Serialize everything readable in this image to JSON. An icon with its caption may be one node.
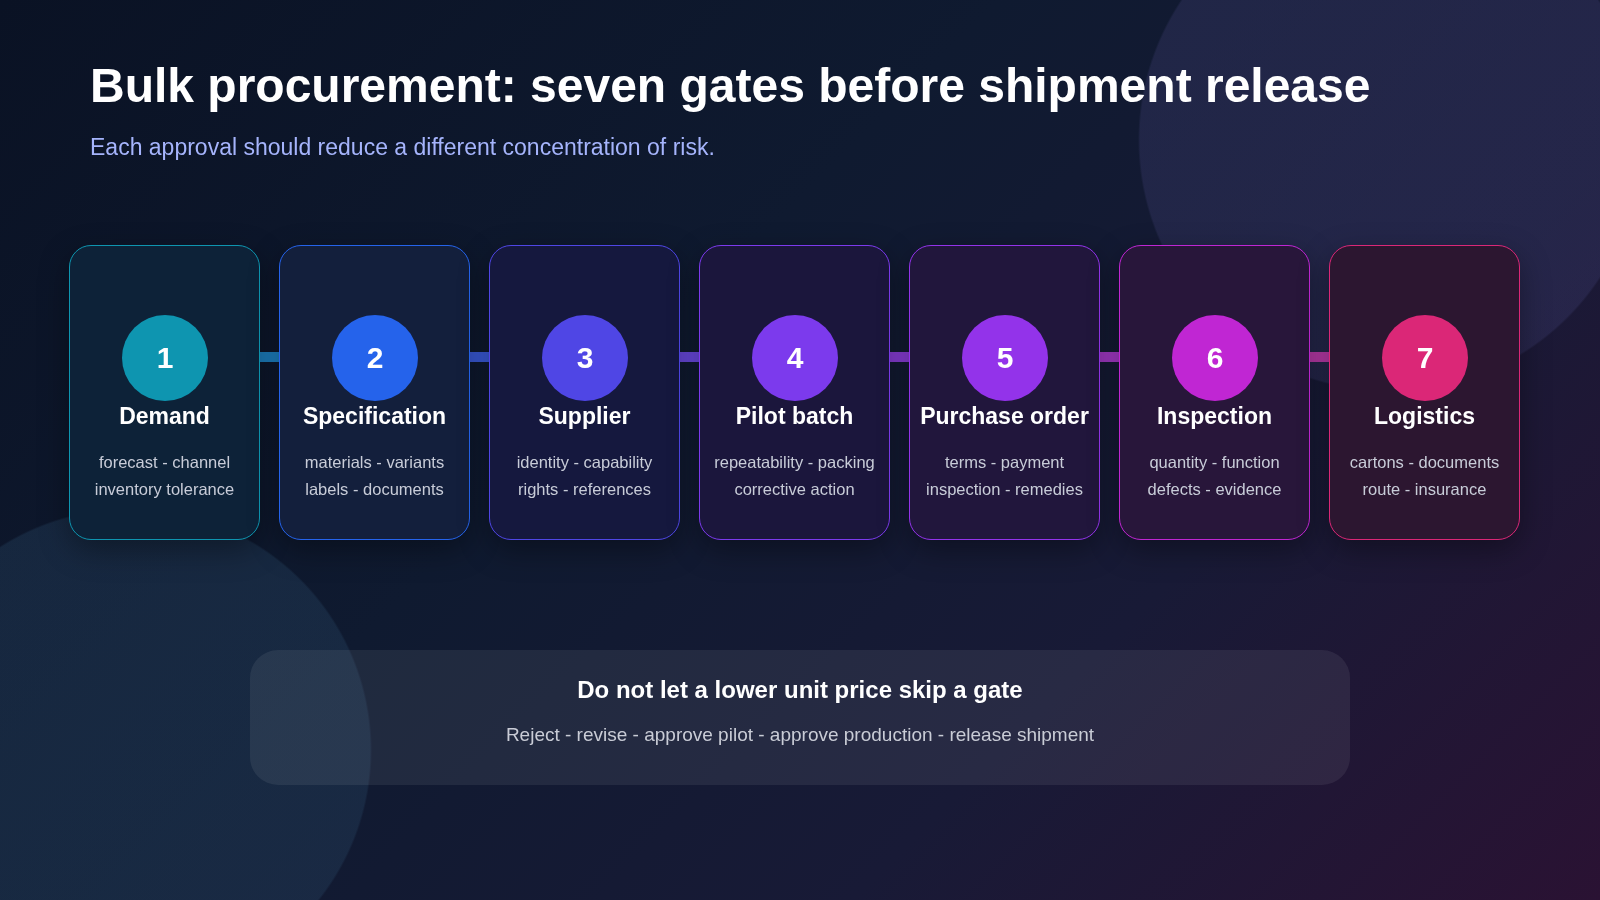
{
  "diagram": {
    "title": "Bulk procurement: seven gates before shipment release",
    "nodes": [
      {
        "text": [
          "Demand",
          "forecast - channel inventory tolerance"
        ]
      },
      {
        "text": [
          "1"
        ],
        "in": 0
      },
      {
        "text": [
          "Specification",
          "materials - variants labels - documents"
        ]
      },
      {
        "text": [
          "2"
        ],
        "in": 2
      },
      {
        "text": [
          "Supplier",
          "identity - capability rights - references"
        ]
      },
      {
        "text": [
          "3"
        ],
        "in": 4
      },
      {
        "text": [
          "Pilot batch",
          "repeatability - packing corrective action"
        ]
      },
      {
        "text": [
          "4"
        ],
        "in": 6
      },
      {
        "text": [
          "Purchase order",
          "terms - payment inspection - remedies"
        ]
      },
      {
        "text": [
          "5"
        ],
        "in": 8
      },
      {
        "text": [
          "Inspection",
          "quantity - function defects - evidence"
        ]
      },
      {
        "text": [
          "6"
        ],
        "in": 10
      },
      {
        "text": [
          "Logistics",
          "cartons - documents route - insurance"
        ]
      },
      {
        "text": [
          "7"
        ],
        "in": 12
      },
      {
        "text": [
          "Do not let a lower unit price skip a gate",
          "Reject - revise - approve pilot - approve production - release shipment"
        ]
      }
    ],
    "edges": [
      {
        "from": 0,
        "to": 2,
        "arrow": "none",
        "color": "#1d7fc0"
      },
      {
        "from": 2,
        "to": 4,
        "arrow": "none",
        "color": "#3a5ad8"
      },
      {
        "from": 4,
        "to": 6,
        "arrow": "none",
        "color": "#6a4ae0"
      },
      {
        "from": 6,
        "to": 8,
        "arrow": "none",
        "color": "#8a3ed8"
      },
      {
        "from": 8,
        "to": 10,
        "arrow": "none",
        "color": "#a43ac8"
      },
      {
        "from": 10,
        "to": 12,
        "arrow": "none",
        "color": "#b83aa8"
      }
    ],
    "labels": [
      "Each approval should reduce a different concentration of risk."
    ]
  }
}
